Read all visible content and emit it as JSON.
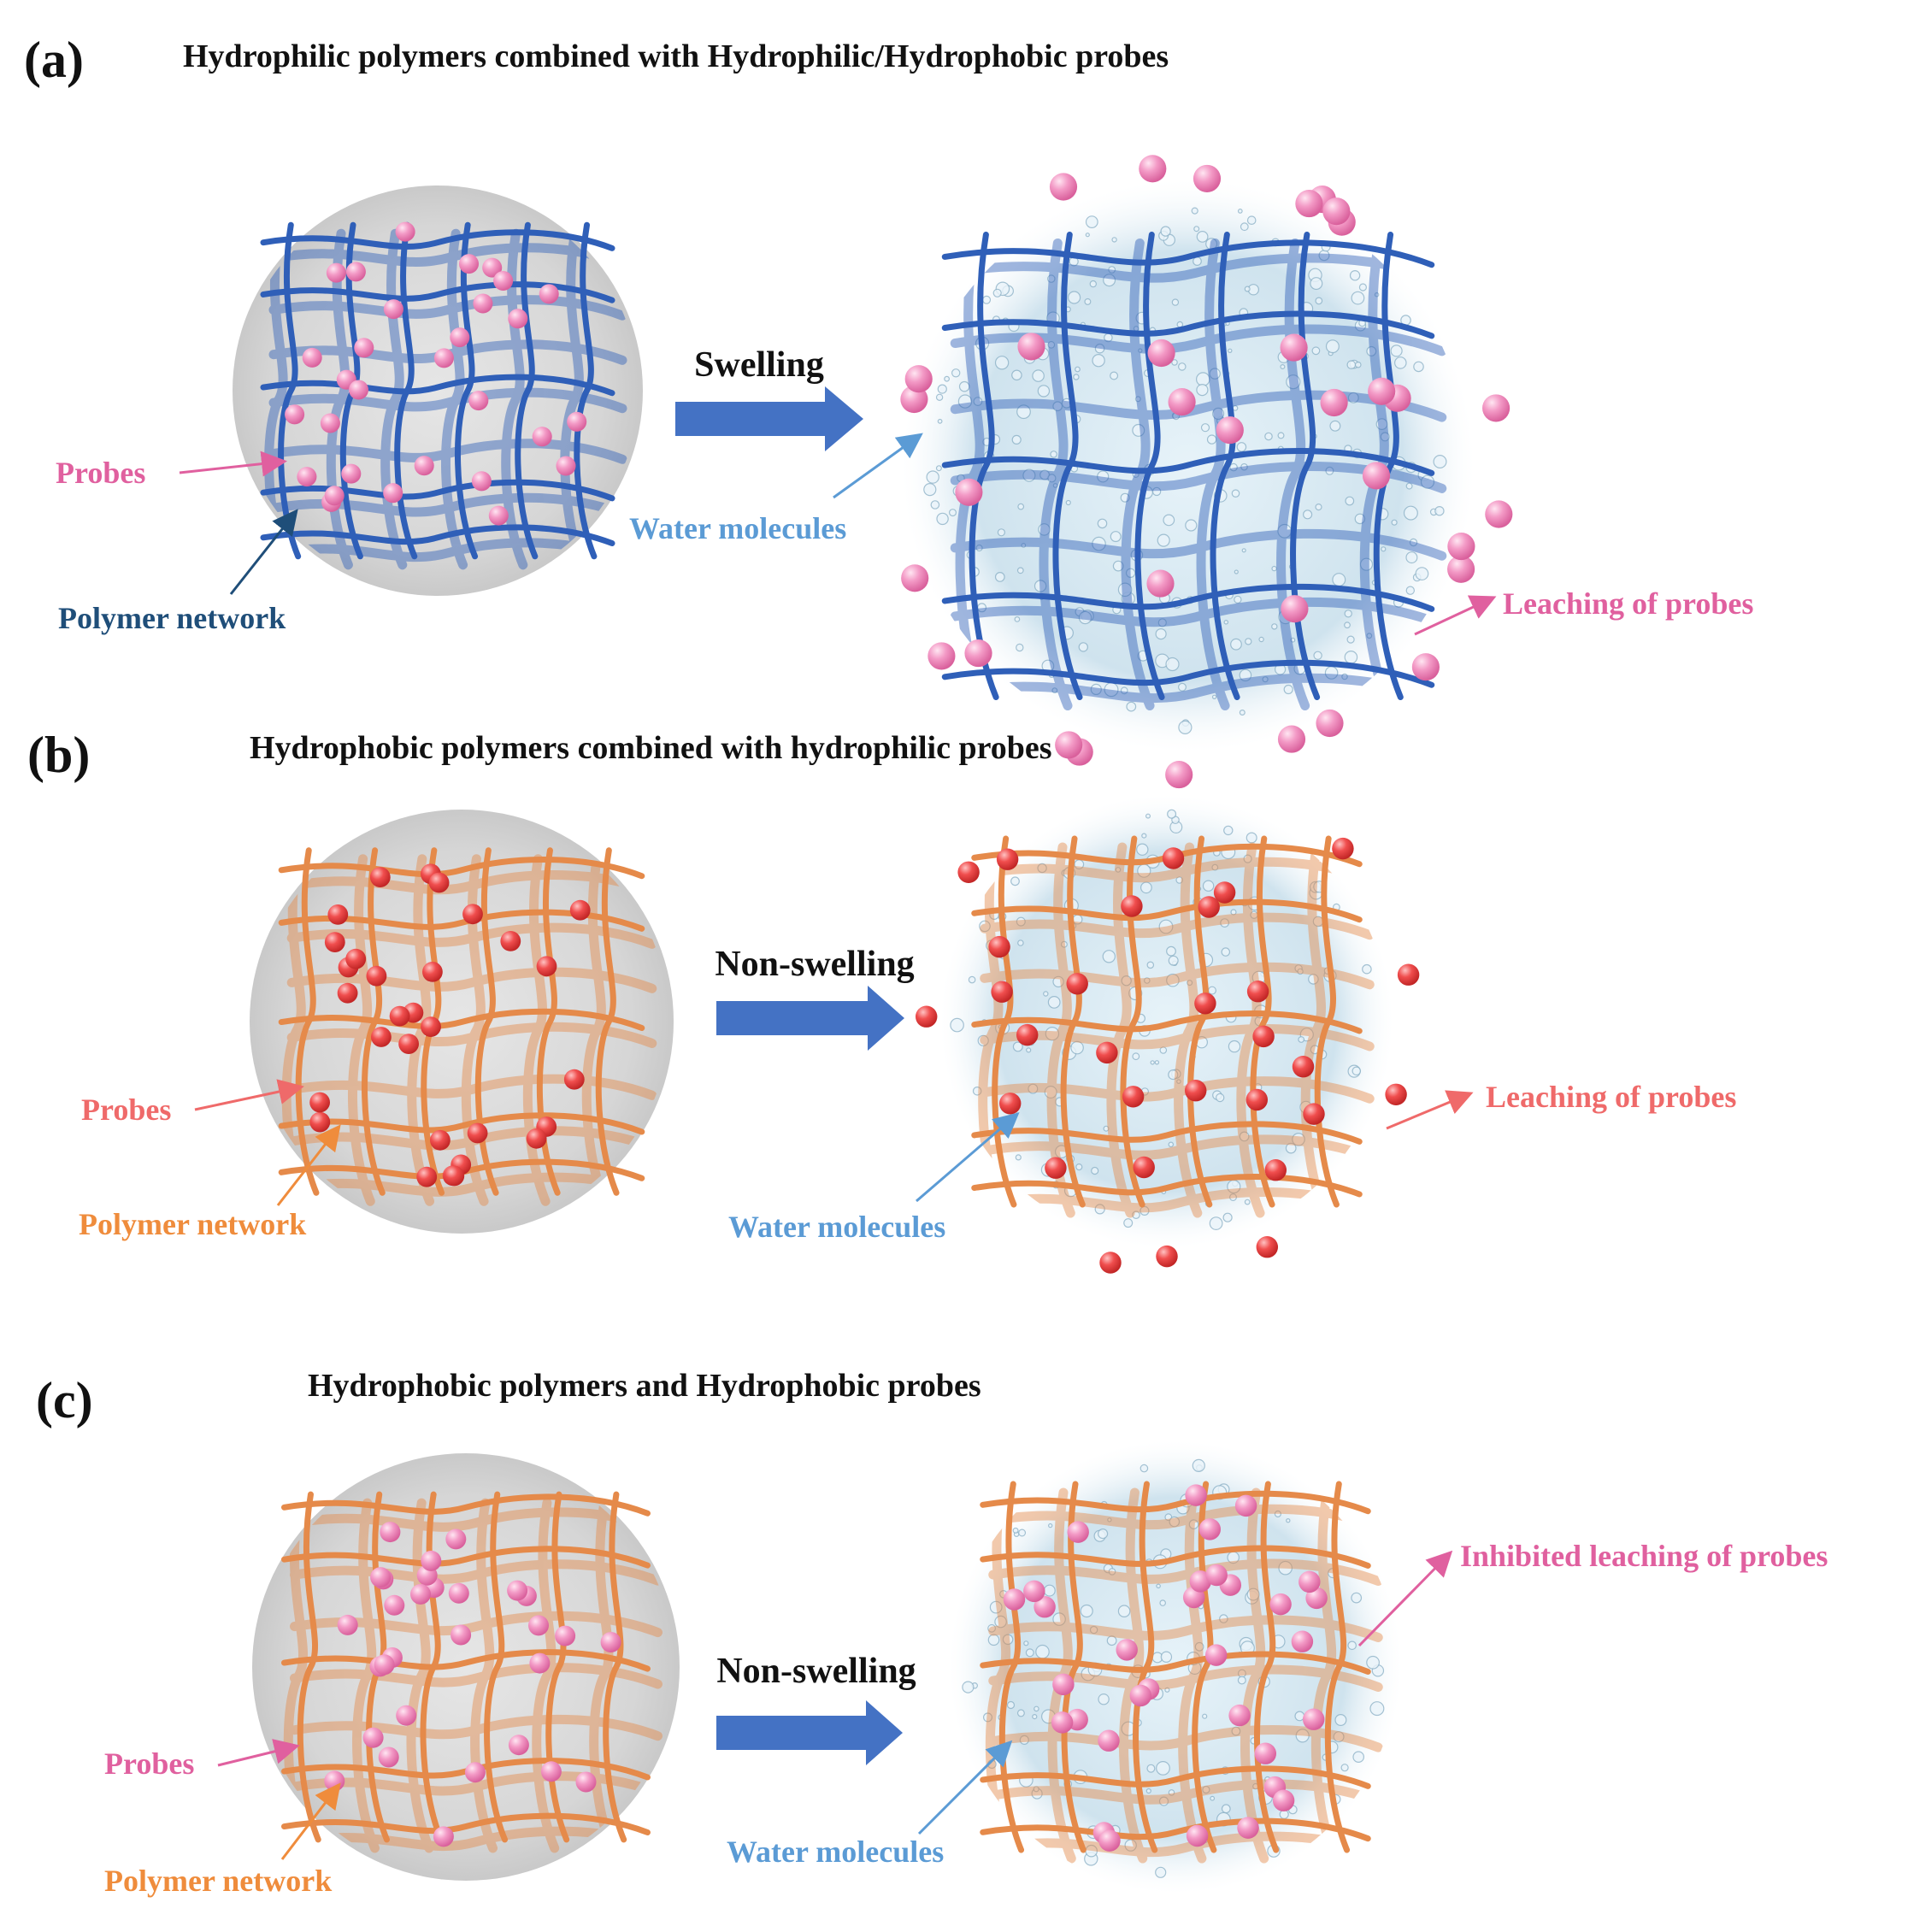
{
  "colors": {
    "blue_polymer": "#2f5fb8",
    "orange_polymer": "#e58a4a",
    "pink_probe": "#f08fbf",
    "red_probe": "#ee4444",
    "arrow_blue": "#4472c4",
    "label_pink": "#e0609f",
    "label_red": "#ef6a6a",
    "label_orange": "#ef8c3c",
    "label_lightblue": "#5b9bd5",
    "label_darkblue": "#1f4e79",
    "gray_disk": "#d9d9d9",
    "water_disk": "#dfeff6"
  },
  "panels": [
    {
      "letter": "(a)",
      "title": "Hydrophilic polymers combined with Hydrophilic/Hydrophobic probes",
      "process": "Swelling",
      "label_probes": "Probes",
      "label_network": "Polymer network",
      "label_water": "Water molecules",
      "label_leach": "Leaching of probes"
    },
    {
      "letter": "(b)",
      "title": "Hydrophobic polymers combined with hydrophilic probes",
      "process": "Non-swelling",
      "label_probes": "Probes",
      "label_network": "Polymer network",
      "label_water": "Water molecules",
      "label_leach": "Leaching of probes"
    },
    {
      "letter": "(c)",
      "title": "Hydrophobic polymers and Hydrophobic probes",
      "process": "Non-swelling",
      "label_probes": "Probes",
      "label_network": "Polymer network",
      "label_water": "Water molecules",
      "label_leach": "Inhibited leaching of probes"
    }
  ]
}
